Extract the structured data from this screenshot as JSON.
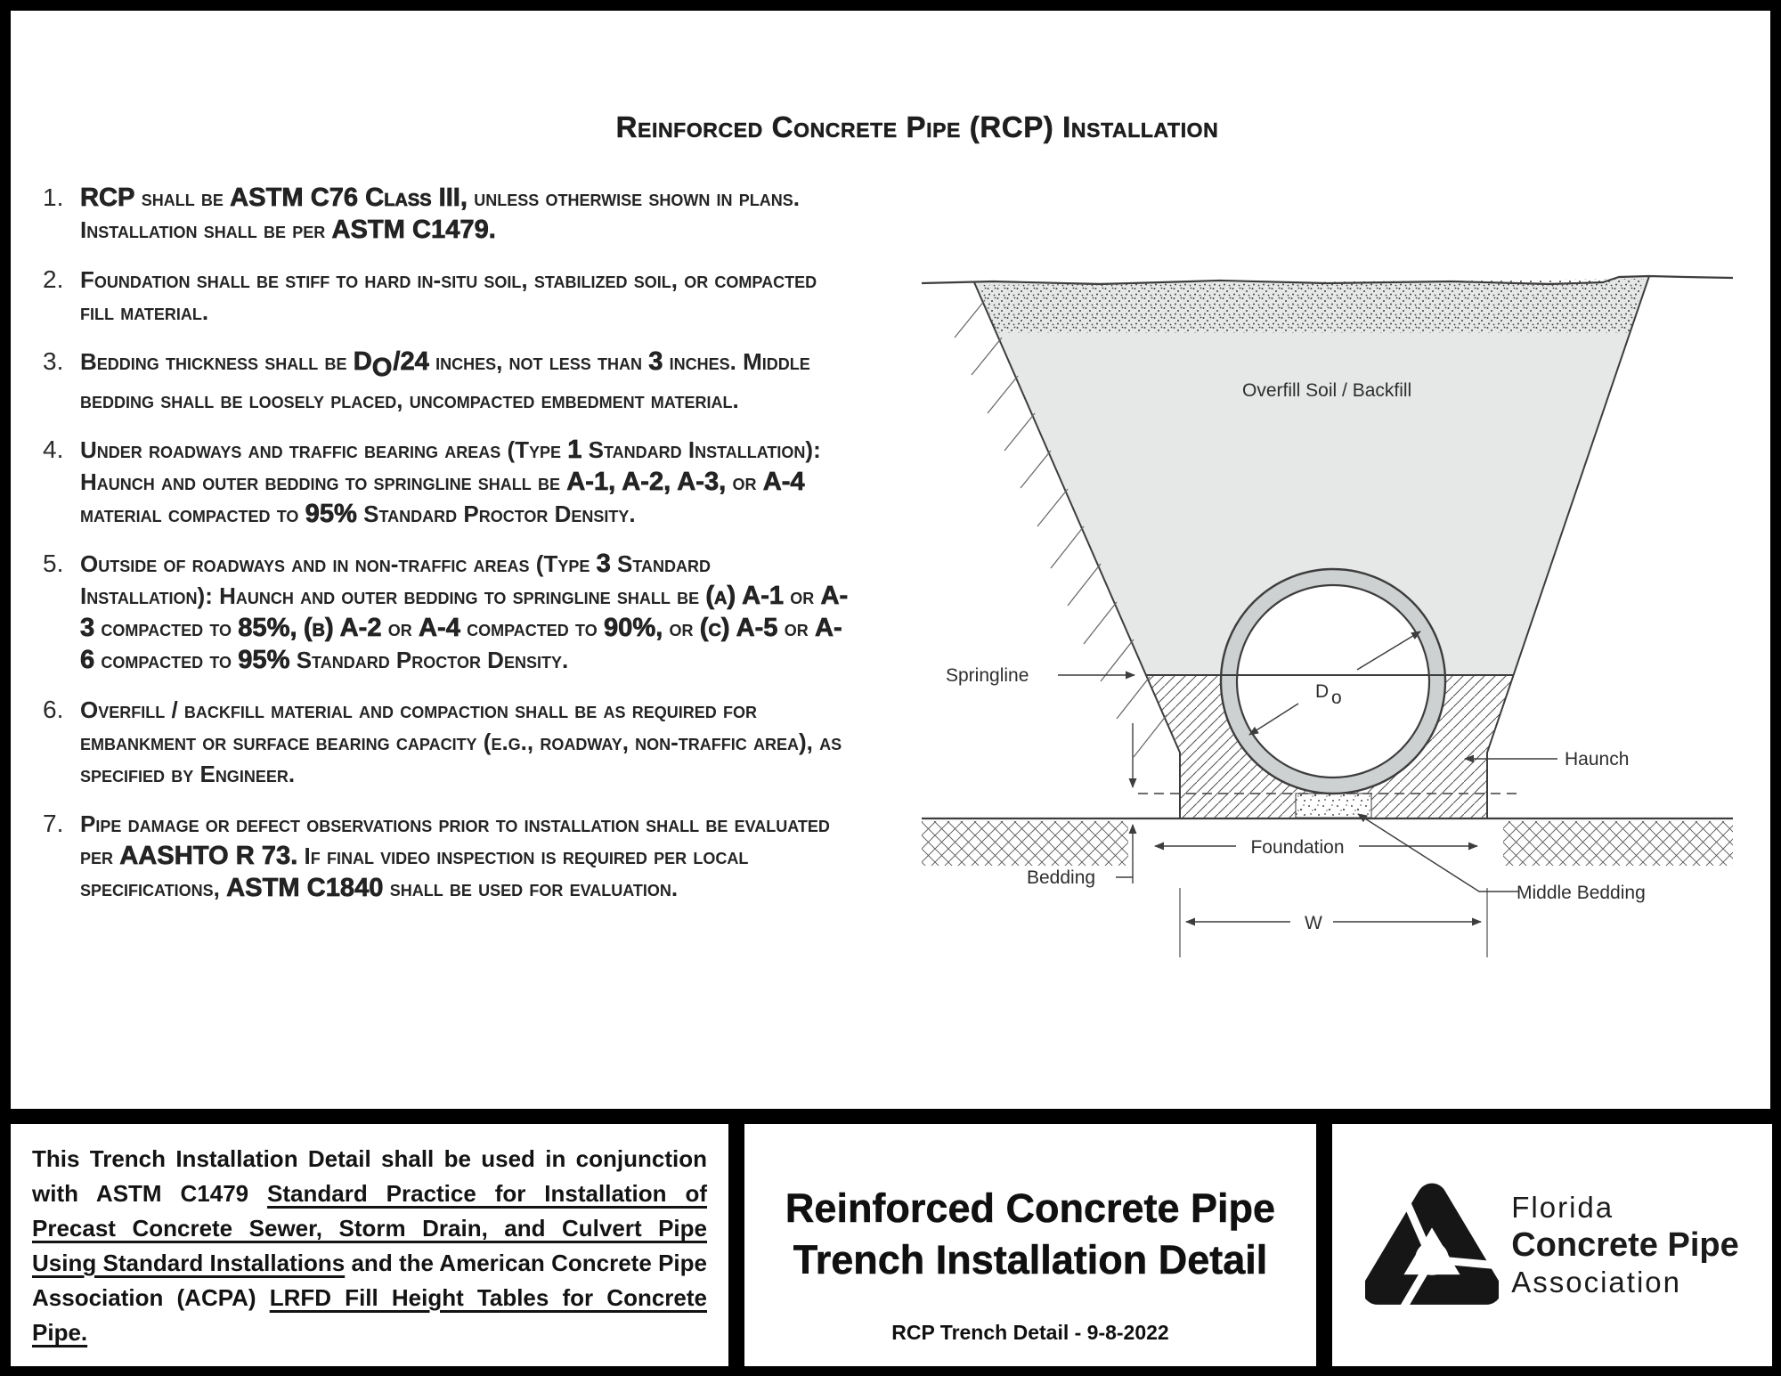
{
  "header": {
    "title": "Reinforced Concrete Pipe (RCP) Installation"
  },
  "notes": [
    {
      "num": "1.",
      "segments": [
        {
          "t": "RCP",
          "b": true
        },
        {
          "t": " shall be ",
          "b": false
        },
        {
          "t": "ASTM C76 Class III,",
          "b": true
        },
        {
          "t": " unless otherwise shown in plans.  Installation shall be per ",
          "b": false
        },
        {
          "t": "ASTM C1479.",
          "b": true
        }
      ]
    },
    {
      "num": "2.",
      "segments": [
        {
          "t": "Foundation shall be stiff to hard in-situ soil, stabilized soil, or compacted fill material.",
          "b": false
        }
      ]
    },
    {
      "num": "3.",
      "segments": [
        {
          "t": "Bedding thickness shall be ",
          "b": false
        },
        {
          "t": "D",
          "b": true
        },
        {
          "t": "O",
          "b": true,
          "sub": true
        },
        {
          "t": "/24",
          "b": true
        },
        {
          "t": " inches, not less than ",
          "b": false
        },
        {
          "t": "3",
          "b": true
        },
        {
          "t": " inches. Middle bedding shall be loosely placed, uncompacted embedment material.",
          "b": false
        }
      ]
    },
    {
      "num": "4.",
      "segments": [
        {
          "t": "Under roadways and traffic bearing areas (Type ",
          "b": false
        },
        {
          "t": "1",
          "b": true
        },
        {
          "t": " Standard Installation): Haunch and outer bedding to springline shall be ",
          "b": false
        },
        {
          "t": "A-1, A-2, A-3,",
          "b": true
        },
        {
          "t": " or ",
          "b": false
        },
        {
          "t": "A-4",
          "b": true
        },
        {
          "t": " material compacted to ",
          "b": false
        },
        {
          "t": "95%",
          "b": true
        },
        {
          "t": " Standard Proctor Density.",
          "b": false
        }
      ]
    },
    {
      "num": "5.",
      "segments": [
        {
          "t": "Outside of roadways and in non-traffic areas (Type ",
          "b": false
        },
        {
          "t": "3",
          "b": true
        },
        {
          "t": " Standard Installation): Haunch and outer bedding to springline shall be ",
          "b": false
        },
        {
          "t": "(a) A-1",
          "b": true
        },
        {
          "t": " or ",
          "b": false
        },
        {
          "t": "A-3",
          "b": true
        },
        {
          "t": " compacted to ",
          "b": false
        },
        {
          "t": "85%,",
          "b": true
        },
        {
          "t": " ",
          "b": false
        },
        {
          "t": "(b) A-2",
          "b": true
        },
        {
          "t": " or ",
          "b": false
        },
        {
          "t": "A-4",
          "b": true
        },
        {
          "t": " compacted to ",
          "b": false
        },
        {
          "t": "90%,",
          "b": true
        },
        {
          "t": " or ",
          "b": false
        },
        {
          "t": "(c) A-5",
          "b": true
        },
        {
          "t": " or ",
          "b": false
        },
        {
          "t": "A-6",
          "b": true
        },
        {
          "t": " compacted to ",
          "b": false
        },
        {
          "t": "95%",
          "b": true
        },
        {
          "t": " Standard Proctor Density.",
          "b": false
        }
      ]
    },
    {
      "num": "6.",
      "segments": [
        {
          "t": "Overfill / backfill material and compaction shall be as required for embankment or surface bearing capacity (e.g., roadway, non-traffic area), as specified by Engineer.",
          "b": false
        }
      ]
    },
    {
      "num": "7.",
      "segments": [
        {
          "t": "Pipe damage or defect observations prior to installation shall be evaluated per ",
          "b": false
        },
        {
          "t": "AASHTO R 73.",
          "b": true
        },
        {
          "t": "  If final video inspection is required per local specifications, ",
          "b": false
        },
        {
          "t": "ASTM C1840",
          "b": true
        },
        {
          "t": " shall be used for evaluation.",
          "b": false
        }
      ]
    }
  ],
  "diagram": {
    "labels": {
      "overfill": "Overfill Soil / Backfill",
      "springline": "Springline",
      "diameter_d": "D",
      "diameter_sub": "o",
      "haunch": "Haunch",
      "bedding": "Bedding",
      "foundation": "Foundation",
      "middle_bedding": "Middle Bedding",
      "width": "W"
    },
    "colors": {
      "backfill_gray": "#e6e7e7",
      "pipe_ring_gray": "#ced1d1",
      "line": "#3d3d3d"
    }
  },
  "footer": {
    "left_note_segments": [
      {
        "t": "This Trench Installation Detail shall be used in conjunction with ASTM C1479 "
      },
      {
        "t": "Standard Practice for Installation of Precast Concrete Sewer, Storm Drain, and Culvert Pipe Using Standard Installations",
        "u": true
      },
      {
        "t": " and the American Concrete Pipe Association (ACPA) "
      },
      {
        "t": "LRFD Fill Height Tables for Concrete Pipe.",
        "u": true
      }
    ],
    "center": {
      "title_line1": "Reinforced Concrete Pipe",
      "title_line2": "Trench Installation Detail",
      "subtitle": "RCP Trench Detail - 9-8-2022"
    },
    "logo": {
      "line1": "Florida",
      "line2": "Concrete Pipe",
      "line3": "Association"
    }
  }
}
